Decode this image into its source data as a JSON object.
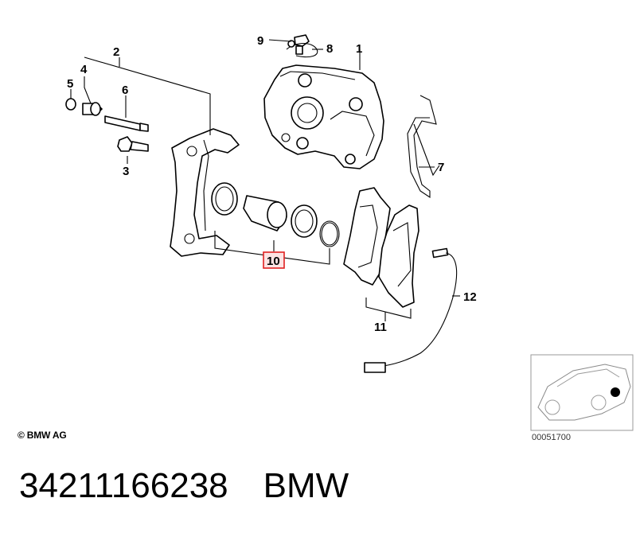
{
  "callouts": {
    "c1": "1",
    "c2": "2",
    "c3": "3",
    "c4": "4",
    "c5": "5",
    "c6": "6",
    "c7": "7",
    "c8": "8",
    "c9": "9",
    "c10": "10",
    "c11": "11",
    "c12": "12"
  },
  "highlighted_callout": "10",
  "copyright": "© BMW AG",
  "image_code": "00051700",
  "part_number": "34211166238",
  "brand": "BMW",
  "colors": {
    "highlight": "#e02020",
    "highlight_fill": "#fde3e3",
    "line": "#000000"
  }
}
